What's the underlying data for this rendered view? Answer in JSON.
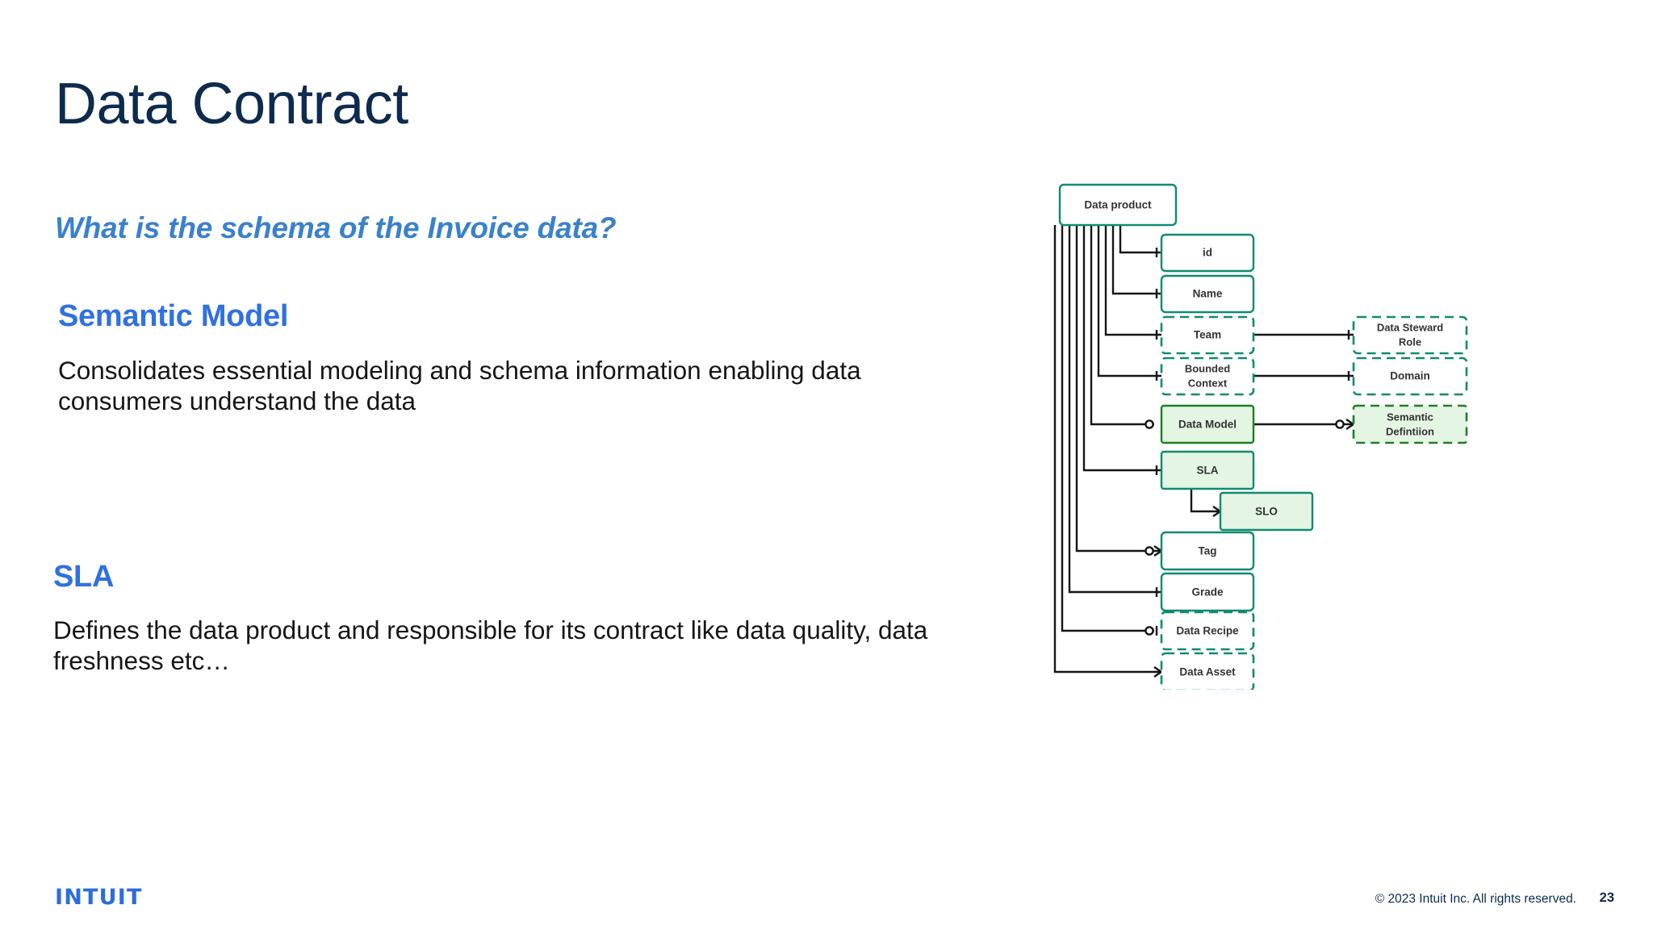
{
  "slide": {
    "title": "Data Contract",
    "question": "What is the schema of the Invoice data?",
    "sections": [
      {
        "heading": "Semantic Model",
        "body": "Consolidates essential modeling and schema information enabling data consumers understand the data"
      },
      {
        "heading": "SLA",
        "body": "Defines the data product and responsible for its contract like data quality, data freshness etc…"
      }
    ]
  },
  "footer": {
    "logo": "INTUIT",
    "copyright": "© 2023 Intuit Inc. All rights reserved.",
    "page_number": "23"
  },
  "colors": {
    "title_navy": "#0d2a4f",
    "question_blue": "#3a81cd",
    "heading_blue": "#2f70e3",
    "body_black": "#161616",
    "teal_border": "#118a72",
    "green_border": "#1e8022",
    "green_fill": "#e4f5e4",
    "white_fill": "#ffffff",
    "connector_black": "#151515",
    "logo_blue": "#2b6de0"
  },
  "diagram": {
    "type": "entity-relationship",
    "root": {
      "label": "Data product",
      "style": "solid-teal-white"
    },
    "entities": [
      {
        "id": "id",
        "label": "id",
        "style": "solid-teal-white",
        "column": 1
      },
      {
        "id": "name",
        "label": "Name",
        "style": "solid-teal-white",
        "column": 1
      },
      {
        "id": "team",
        "label": "Team",
        "style": "dashed-teal-white",
        "column": 1
      },
      {
        "id": "bounded-context",
        "label": "Bounded Context",
        "style": "dashed-teal-white",
        "column": 1
      },
      {
        "id": "data-model",
        "label": "Data Model",
        "style": "solid-green-green",
        "column": 1
      },
      {
        "id": "sla",
        "label": "SLA",
        "style": "solid-teal-green",
        "column": 1
      },
      {
        "id": "slo",
        "label": "SLO",
        "style": "solid-teal-green",
        "column": 2
      },
      {
        "id": "tag",
        "label": "Tag",
        "style": "solid-teal-white",
        "column": 1
      },
      {
        "id": "grade",
        "label": "Grade",
        "style": "solid-teal-white",
        "column": 1
      },
      {
        "id": "data-recipe",
        "label": "Data Recipe",
        "style": "dashed-teal-white",
        "column": 1
      },
      {
        "id": "data-asset",
        "label": "Data Asset",
        "style": "dashed-teal-white",
        "column": 1
      },
      {
        "id": "data-steward-role",
        "label": "Data Steward Role",
        "style": "dashed-teal-white",
        "column": 3
      },
      {
        "id": "domain",
        "label": "Domain",
        "style": "dashed-teal-white",
        "column": 3
      },
      {
        "id": "semantic-definition",
        "label": "Semantic Defintiion",
        "style": "dashed-green-green",
        "column": 3
      }
    ],
    "relationships": [
      {
        "from": "Data product",
        "to": "id",
        "notation": "one-to-one"
      },
      {
        "from": "Data product",
        "to": "Name",
        "notation": "one-to-one"
      },
      {
        "from": "Data product",
        "to": "Team",
        "notation": "one-to-one"
      },
      {
        "from": "Data product",
        "to": "Bounded Context",
        "notation": "one-to-one"
      },
      {
        "from": "Data product",
        "to": "Data Model",
        "notation": "zero-or-one"
      },
      {
        "from": "Data product",
        "to": "SLA",
        "notation": "one-to-one"
      },
      {
        "from": "Data product",
        "to": "Tag",
        "notation": "zero-or-many"
      },
      {
        "from": "Data product",
        "to": "Grade",
        "notation": "one-to-one"
      },
      {
        "from": "Data product",
        "to": "Data Recipe",
        "notation": "zero-or-one"
      },
      {
        "from": "Data product",
        "to": "Data Asset",
        "notation": "one-or-many"
      },
      {
        "from": "Team",
        "to": "Data Steward Role",
        "notation": "one-to-one"
      },
      {
        "from": "Bounded Context",
        "to": "Domain",
        "notation": "one-to-one"
      },
      {
        "from": "Data Model",
        "to": "Semantic Defintiion",
        "notation": "zero-or-many"
      },
      {
        "from": "SLA",
        "to": "SLO",
        "notation": "one-or-many"
      }
    ]
  }
}
